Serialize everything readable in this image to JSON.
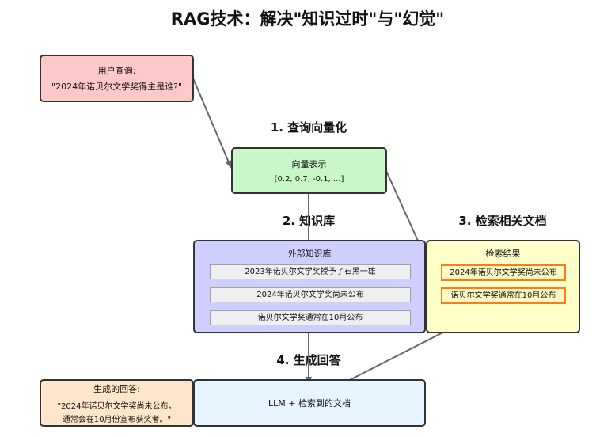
{
  "title": "RAG技术：解决\"知识过时\"与\"幻觉\"",
  "stages": {
    "s1": "1. 查询向量化",
    "s2": "2. 知识库",
    "s3": "3. 检索相关文档",
    "s4": "4. 生成回答"
  },
  "query": {
    "label": "用户查询:",
    "text": "\"2024年诺贝尔文学奖得主是谁?\""
  },
  "vector": {
    "label": "向量表示",
    "value": "[0.2, 0.7, -0.1, ...]"
  },
  "knowledge_base": {
    "title": "外部知识库",
    "items": [
      "2023年诺贝尔文学奖授予了石黑一雄",
      "2024年诺贝尔文学奖尚未公布",
      "诺贝尔文学奖通常在10月公布"
    ]
  },
  "retrieval": {
    "title": "检索结果",
    "items": [
      "2024年诺贝尔文学奖尚未公布",
      "诺贝尔文学奖通常在10月公布"
    ]
  },
  "llm": {
    "label": "LLM + 检索到的文档"
  },
  "answer": {
    "label": "生成的回答:",
    "line1": "\"2024年诺贝尔文学奖尚未公布，",
    "line2": "通常会在10月份宣布获奖者。\""
  },
  "colors": {
    "query_bg": "#ffc9c9",
    "vector_bg": "#c9f7c9",
    "kb_bg": "#cfcfff",
    "retrieval_bg": "#ffffc9",
    "highlight_border": "#ff7a1a",
    "llm_bg": "#e6f5ff",
    "answer_bg": "#ffe5c9",
    "arrow": "#666666"
  }
}
